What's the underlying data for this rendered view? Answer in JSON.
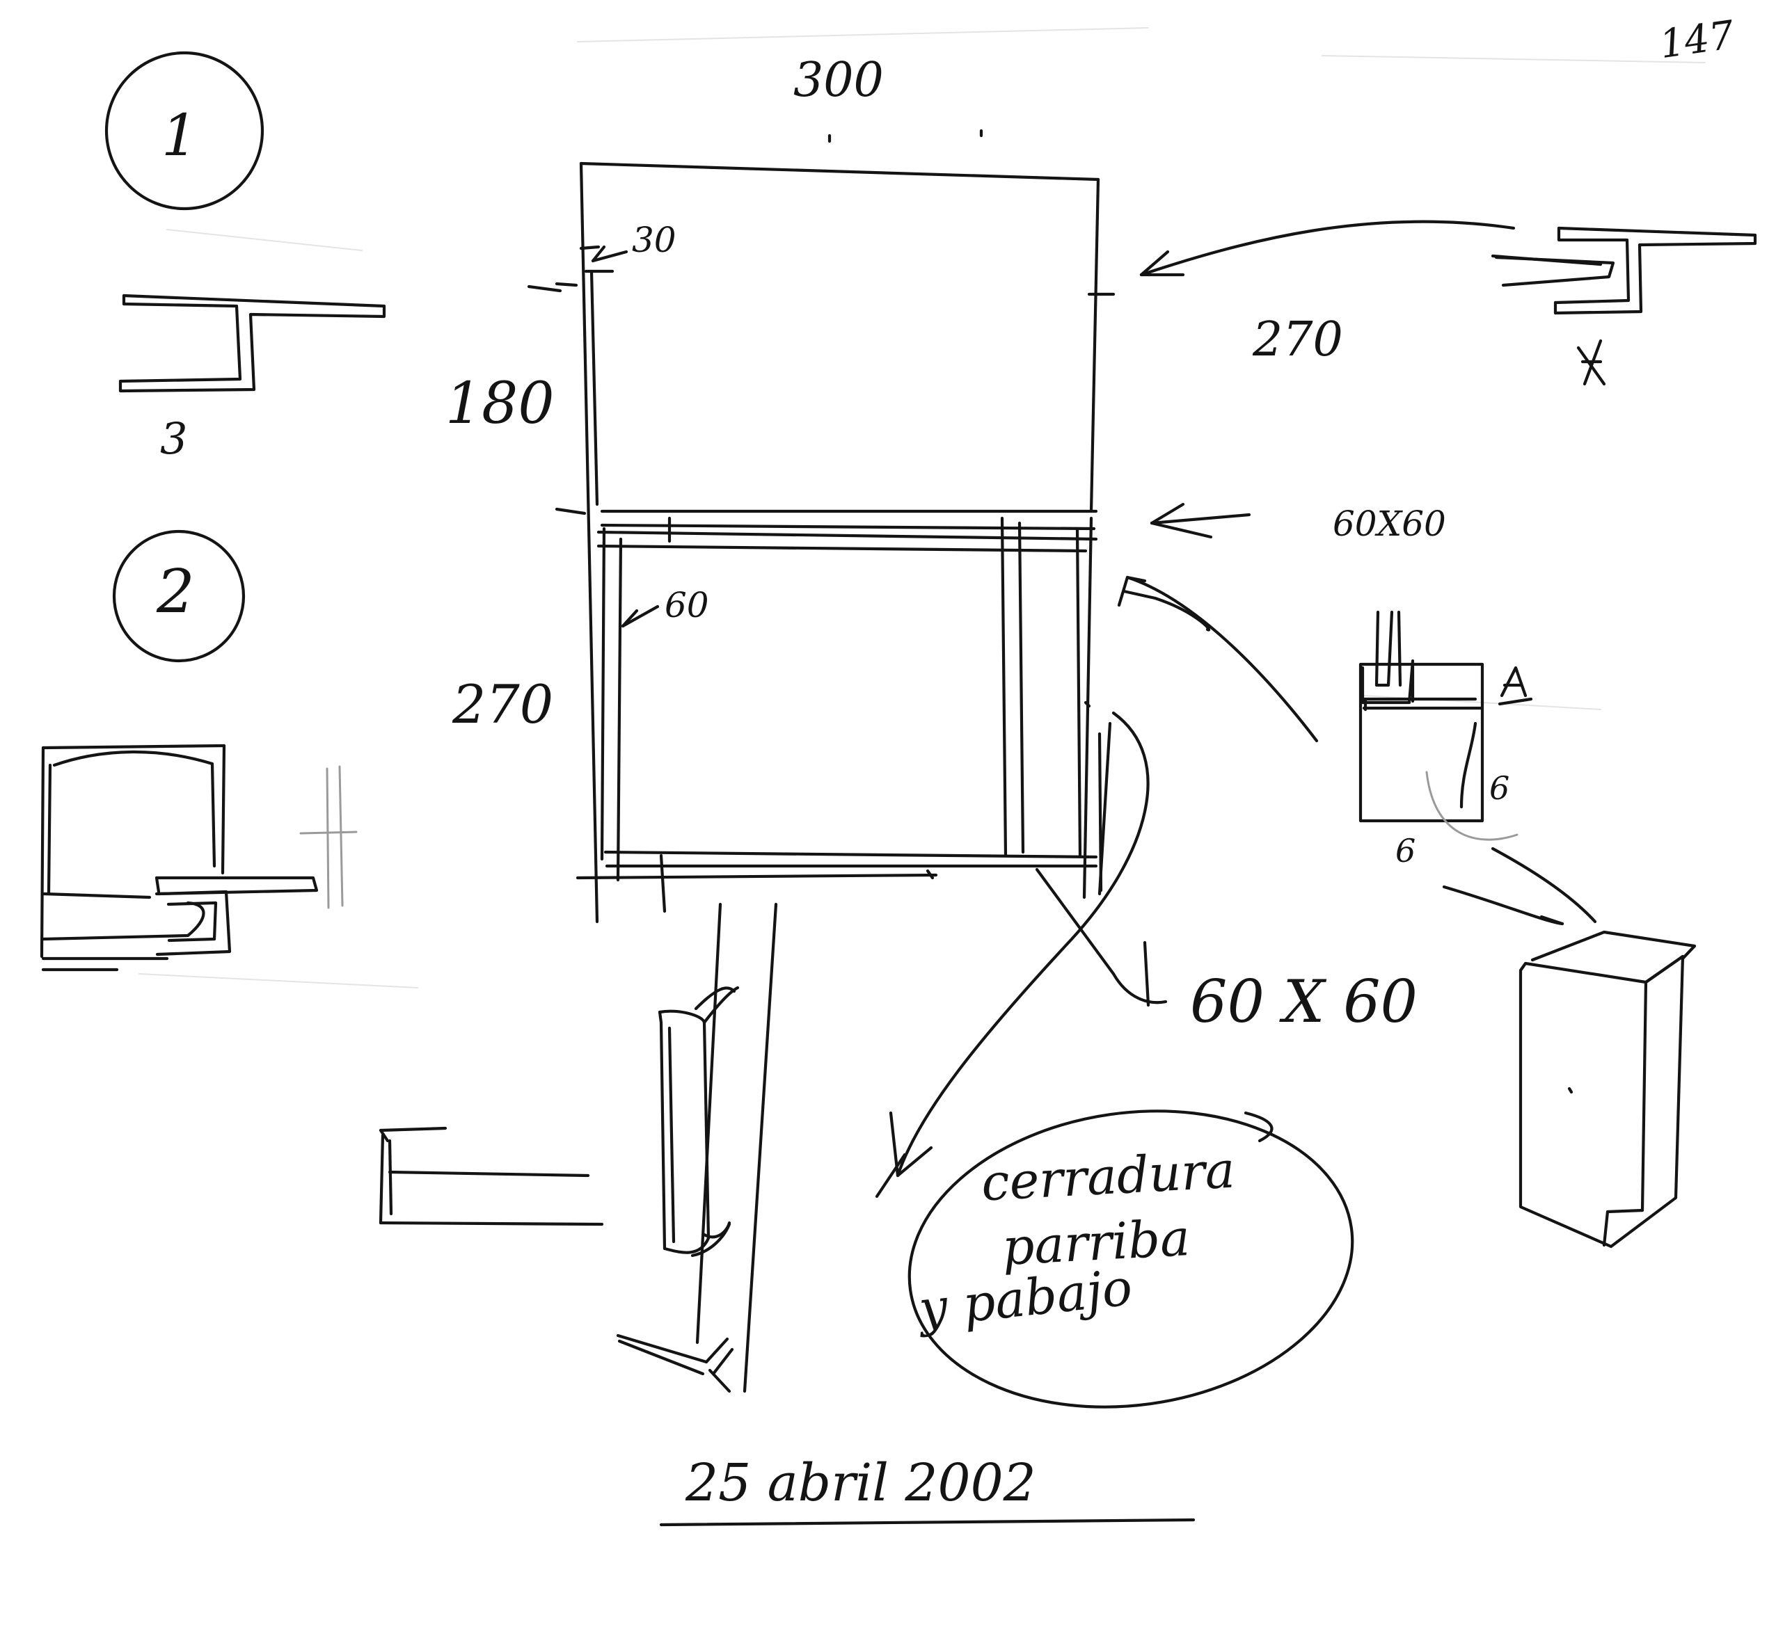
{
  "sheet": {
    "page_number": "147",
    "date": "25 abril 2002"
  },
  "details": {
    "detail_1": {
      "number": "1",
      "sub_label": "3"
    },
    "detail_2": {
      "number": "2"
    },
    "profile_a": {
      "label": "A"
    },
    "post_section": {
      "label_a": "A",
      "dim_side": "6",
      "dim_bottom": "6"
    }
  },
  "elevation": {
    "width_top": "300",
    "height_upper": "180",
    "height_lower": "270",
    "height_right": "270",
    "offset_top": "30",
    "offset_side": "60",
    "section_mid": "60X60",
    "section_post": "60 X 60"
  },
  "lock_note": {
    "line1": "cerradura",
    "line2": "parriba",
    "line3": "y pabajo"
  }
}
